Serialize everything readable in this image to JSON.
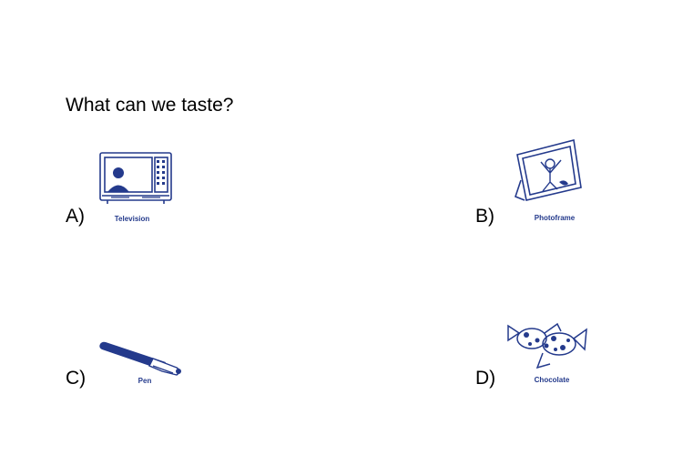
{
  "question": "What can we taste?",
  "ink_color": "#243a8c",
  "options": [
    {
      "letter": "A)",
      "caption": "Television",
      "icon": "television-icon"
    },
    {
      "letter": "B)",
      "caption": "Photoframe",
      "icon": "photoframe-icon"
    },
    {
      "letter": "C)",
      "caption": "Pen",
      "icon": "pen-icon"
    },
    {
      "letter": "D)",
      "caption": "Chocolate",
      "icon": "chocolate-icon"
    }
  ]
}
